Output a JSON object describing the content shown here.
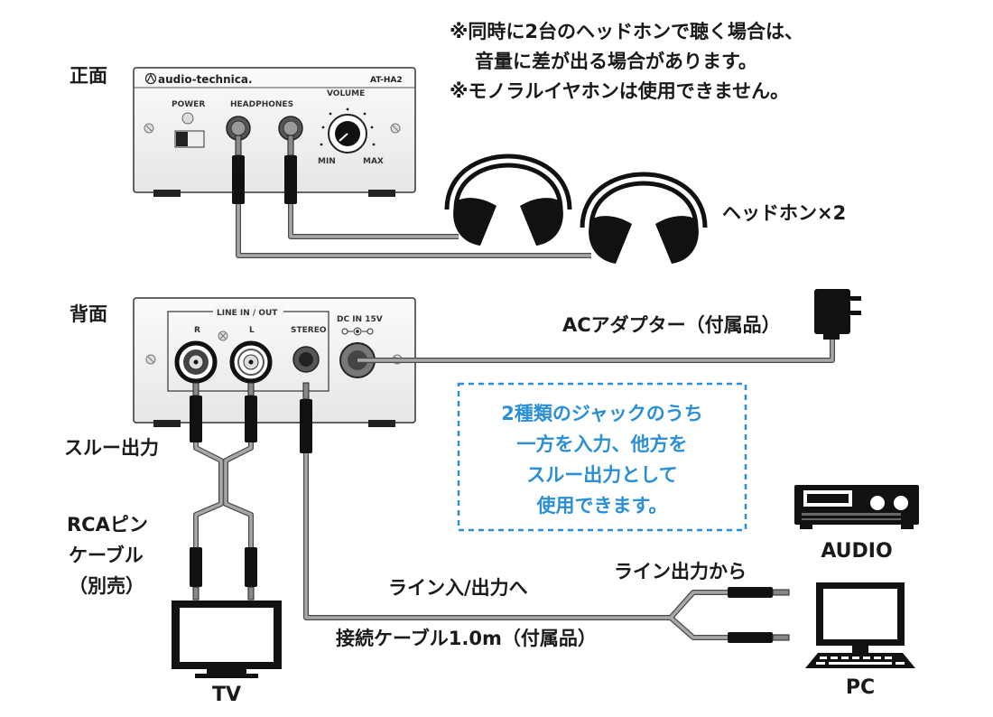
{
  "notes": {
    "line1": "※同時に2台のヘッドホンで聴く場合は、",
    "line2": "音量に差が出る場合があります。",
    "line3": "※モノラルイヤホンは使用できません。"
  },
  "front": {
    "section_label": "正面",
    "brand": "audio-technica.",
    "model": "AT-HA2",
    "power": "POWER",
    "headphones": "HEADPHONES",
    "volume": "VOLUME",
    "min": "MIN",
    "max": "MAX"
  },
  "headphones_label": "ヘッドホン×2",
  "back": {
    "section_label": "背面",
    "line_in_out": "LINE IN / OUT",
    "r": "R",
    "l": "L",
    "stereo": "STEREO",
    "dc_in": "DC IN 15V"
  },
  "ac_adapter_label": "ACアダプター（付属品）",
  "blue_note": {
    "line1": "2種類のジャックのうち",
    "line2": "一方を入力、他方を",
    "line3": "スルー出力として",
    "line4": "使用できます。"
  },
  "labels": {
    "through_out": "スルー出力",
    "rca_line1": "RCAピン",
    "rca_line2": "ケーブル",
    "rca_line3": "（別売）",
    "line_io": "ライン入/出力へ",
    "line_out_from": "ライン出力から",
    "cable": "接続ケーブル1.0m（付属品）"
  },
  "devices": {
    "tv": "TV",
    "audio": "AUDIO",
    "pc": "PC"
  },
  "colors": {
    "blue_text": "#2a8fd6",
    "cable_gray": "#8a8a8a",
    "ink": "#1a1a1a"
  }
}
